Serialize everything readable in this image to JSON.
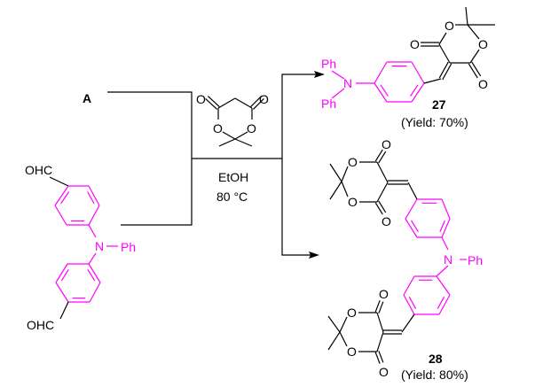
{
  "reactant_label": "A",
  "starting_material": {
    "cho_top": "OHC",
    "cho_bottom": "OHC",
    "n": "N",
    "ph": "Ph"
  },
  "reagent": {
    "atom_o": "O"
  },
  "conditions": {
    "solvent": "EtOH",
    "temperature": "80 °C"
  },
  "product_27": {
    "ph": "Ph",
    "n": "N",
    "atom_o": "O",
    "label": "27",
    "yield": "(Yield: 70%)"
  },
  "product_28": {
    "ph": "Ph",
    "n": "N",
    "atom_o": "O",
    "label": "28",
    "yield": "(Yield: 80%)"
  },
  "colors": {
    "triphenylamine": "#ff00ff",
    "default": "#000000"
  }
}
